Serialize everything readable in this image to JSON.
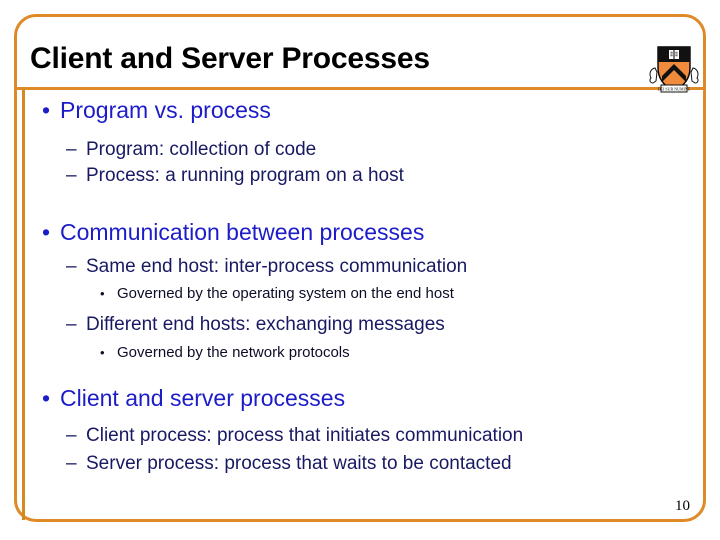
{
  "slide": {
    "title": "Client and Server Processes",
    "page_number": "10",
    "accent_color": "#DE8A26",
    "level1_color": "#1C1CC8",
    "level2_color": "#191963",
    "level3_color": "#0D0D28",
    "logo_name": "princeton-shield-logo"
  },
  "bullets": {
    "b1": {
      "marker": "•",
      "text": "Program vs. process"
    },
    "b1a": {
      "marker": "–",
      "text": "Program: collection of code"
    },
    "b1b": {
      "marker": "–",
      "text": "Process: a running program on a host"
    },
    "b2": {
      "marker": "•",
      "text": "Communication between processes"
    },
    "b2a": {
      "marker": "–",
      "text": "Same end host: inter-process communication"
    },
    "b2a1": {
      "marker": "•",
      "text": "Governed by the operating system on the end host"
    },
    "b2b": {
      "marker": "–",
      "text": "Different end hosts: exchanging messages"
    },
    "b2b1": {
      "marker": "•",
      "text": "Governed by the network protocols"
    },
    "b3": {
      "marker": "•",
      "text": "Client and server processes"
    },
    "b3a": {
      "marker": "–",
      "text": "Client process: process that initiates communication"
    },
    "b3b": {
      "marker": "–",
      "text": "Server process: process that waits to be contacted"
    }
  }
}
